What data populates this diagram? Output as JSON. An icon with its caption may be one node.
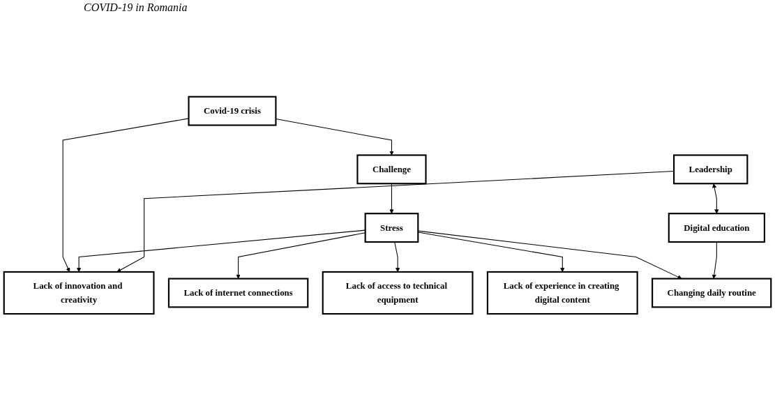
{
  "diagram": {
    "title": "COVID-19 in Romania",
    "nodes": [
      {
        "text": [
          "Covid-19 crisis"
        ]
      },
      {
        "text": [
          "Challenge"
        ]
      },
      {
        "text": [
          "Lack of innovation and creativity"
        ]
      },
      {
        "text": [
          "Stress"
        ]
      },
      {
        "text": [
          "Lack of internet connections"
        ]
      },
      {
        "text": [
          "Lack of access to technical equipment"
        ]
      },
      {
        "text": [
          "Lack of experience in creating digital content"
        ]
      },
      {
        "text": [
          "Changing daily routine"
        ]
      },
      {
        "text": [
          "Leadership"
        ]
      },
      {
        "text": [
          "Digital education"
        ]
      }
    ],
    "edges": [
      {
        "from": 0,
        "to": 1,
        "arrow": "to"
      },
      {
        "from": 0,
        "to": 2,
        "arrow": "to"
      },
      {
        "from": 1,
        "to": 3,
        "arrow": "to"
      },
      {
        "from": 3,
        "to": 2,
        "arrow": "to"
      },
      {
        "from": 3,
        "to": 4,
        "arrow": "to"
      },
      {
        "from": 3,
        "to": 5,
        "arrow": "to"
      },
      {
        "from": 3,
        "to": 6,
        "arrow": "to"
      },
      {
        "from": 3,
        "to": 7,
        "arrow": "to"
      },
      {
        "from": 8,
        "to": 2,
        "arrow": "to"
      },
      {
        "from": 8,
        "to": 9,
        "arrow": "both"
      },
      {
        "from": 9,
        "to": 7,
        "arrow": "to"
      }
    ]
  }
}
